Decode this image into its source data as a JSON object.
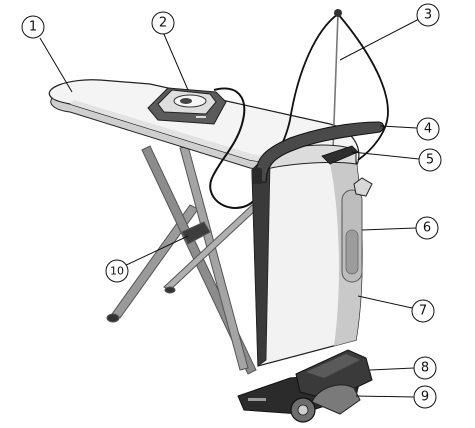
{
  "callouts": [
    {
      "label": "1"
    },
    {
      "label": "2"
    },
    {
      "label": "3"
    },
    {
      "label": "4"
    },
    {
      "label": "5"
    },
    {
      "label": "6"
    },
    {
      "label": "7"
    },
    {
      "label": "8"
    },
    {
      "label": "9"
    },
    {
      "label": "10"
    }
  ],
  "colors": {
    "line": "#222222",
    "board_top": "#f4f4f4",
    "board_edge": "#cfcfcf",
    "legs": "#8a8a8a",
    "tank_light": "#f2f2f2",
    "tank_shade": "#c9c9c9",
    "tank_dark": "#3a3a3a",
    "window": "#bdbdbd",
    "iron_body": "#5b5b5b",
    "iron_top": "#dedede",
    "base_dark": "#2b2b2b",
    "wheel": "#6e6e6e",
    "cable": "#111111"
  }
}
